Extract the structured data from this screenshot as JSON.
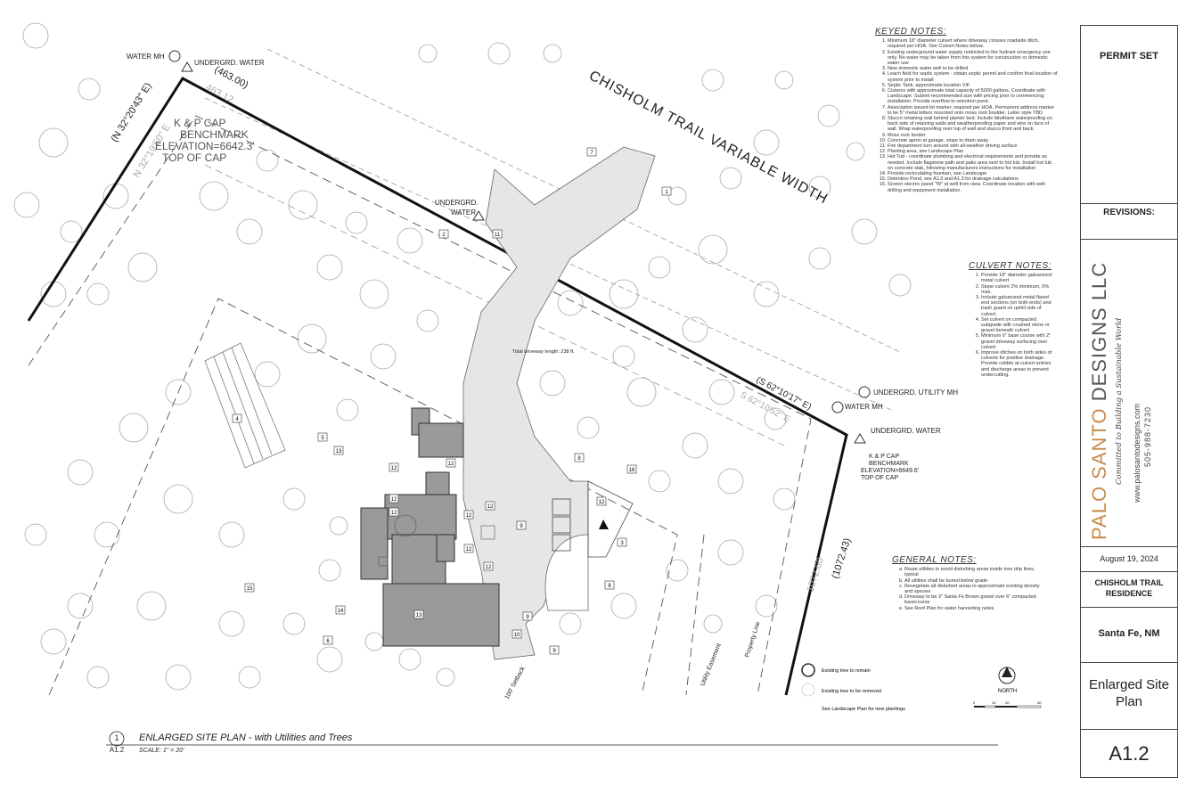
{
  "title_block": {
    "permit_label": "PERMIT SET",
    "revisions_label": "REVISIONS:",
    "firm_name_a": "PALO SANTO",
    "firm_name_b": " DESIGNS LLC",
    "firm_tagline": "Committed to Building a Sustainable World",
    "firm_website": "www.palosantodesigns.com",
    "firm_phone": "505-988-7230",
    "date": "August 19, 2024",
    "project_name": "CHISHOLM TRAIL RESIDENCE",
    "location": "Santa Fe, NM",
    "sheet_title": "Enlarged Site Plan",
    "sheet_number": "A1.2"
  },
  "colors": {
    "brand": "#c98a4a",
    "line": "#222222",
    "building": "#9a9a9a",
    "gravel": "#e6e6e6"
  },
  "keyed_notes": {
    "title": "KEYED NOTES:",
    "items": [
      "Minimum 18\" diameter culvert where driveway crosses roadside ditch, required per HOA. See Culvert Notes below.",
      "Existing underground water supply restricted to fire hydrant emergency use only. No water may be taken from this system for construction or domestic water use",
      "New domestic water well to be drilled",
      "Leach field for septic system - obtain septic permit and confirm final location of system prior to install",
      "Septic Tank, approximate location VIF",
      "Cisterns with approximate total capacity of 5000 gallons. Coordinate with Landscape. Submit recommended size with pricing prior to commencing installation. Provide overflow to retention pond.",
      "Association issued lot marker, required per HOA. Permanent address marker to be 5\" metal letters mounted onto moss rock boulder. Letter style TBD",
      "Stucco retaining wall behind planter bed. Include bituthane waterproofing on back side of retaining walls and weatherproofing paper and wire on face of wall. Wrap waterproofing over top of wall and stucco front and back.",
      "Moss rock border",
      "Concrete apron at garage, slope to drain away",
      "Fire department turn around with all-weather driving surface",
      "Planting area, see Landscape Plan",
      "Hot Tub - coordinate plumbing and electrical requirements and provide as needed. Include flagstone path and patio area next to hot tub. Install hot tub on concrete slab, following manufacturers instructions for installation",
      "Provide recirculating fountain, see Landscape",
      "Detention Pond, see A1.0 and A1.3 for drainage calculations",
      "Screen electric panel \"W\" at well from view. Coordinate location with well drilling and equipment installation."
    ]
  },
  "culvert_notes": {
    "title": "CULVERT NOTES:",
    "items": [
      "Provide 18\" diameter galvanized metal culvert",
      "Slope culvert 2% minimum, 5% max.",
      "Include galvanized metal flared end sections (on both ends) and trash guard on uphill side of culvert.",
      "Set culvert on compacted subgrade with crushed stone or gravel beneath culvert",
      "Minimum 6\" base course with 2\" gravel driveway surfacing over culvert",
      "Improve ditches on both sides of culverts for positive drainage. Provide cobble at culvert entries and discharge areas to prevent undercutting."
    ]
  },
  "general_notes": {
    "title": "GENERAL NOTES:",
    "items": [
      "Route utilities to avoid disturbing areas inside tree drip lines, typical",
      "All utilities shall be buried below grade",
      "Revegetate all disturbed areas to approximate existing density and species",
      "Driveway to be 3\" Santa Fe Brown gravel over 6\" compacted basecourse",
      "See Roof Plan for water harvesting notes"
    ]
  },
  "plan_labels": {
    "road_name": "CHISHOLM TRAIL VARIABLE WIDTH",
    "bearing_nw_1": "(N 32°20'43\" E)",
    "bearing_nw_2": "N 32°19'50\" E",
    "dist_nw_1": "(463.00)",
    "dist_nw_2": "463.12",
    "bearing_se_1": "(S 62°10'17\" E)",
    "bearing_se_2": "S 62°10'52\" E",
    "dist_se_1": "1072.60",
    "dist_se_2": "(1072.43)",
    "water_mh_1": "WATER MH",
    "undergrd_water_1": "UNDERGRD. WATER",
    "benchmark_1": [
      "K & P CAP",
      "BENCHMARK",
      "ELEVATION=6642.3'",
      "TOP OF CAP"
    ],
    "undergrd_water_2a": "UNDERGRD.",
    "undergrd_water_2b": "WATER",
    "undergrd_utility_mh": "UNDERGRD. UTILITY MH",
    "water_mh_2": "WATER MH",
    "undergrd_water_3": "UNDERGRD. WATER",
    "benchmark_2": [
      "K & P CAP",
      "BENCHMARK",
      "ELEVATION=6649.6'",
      "TOP OF CAP"
    ],
    "driveway_length": "Total driveway length: 238 ft.",
    "setback": "100' Setback",
    "utility_easement": "Utility Easement",
    "property_line": "Property Line",
    "keynote_tags": [
      "7",
      "1",
      "2",
      "11",
      "4",
      "5",
      "13",
      "12",
      "12",
      "12",
      "12",
      "12",
      "12",
      "14",
      "13",
      "12",
      "12",
      "15",
      "9",
      "9",
      "10",
      "6",
      "8",
      "8",
      "16",
      "12",
      "3",
      "9"
    ]
  },
  "legend": {
    "remain": "Existing tree to remain",
    "removed": "Existing tree to be removed",
    "note": "See Landscape Plan for new plantings",
    "north": "NORTH",
    "scale_ticks": [
      "0",
      "10",
      "20",
      "40"
    ]
  },
  "caption": {
    "number": "1",
    "sheet_ref": "A1.2",
    "title": "ENLARGED SITE PLAN - with Utilities and Trees",
    "scale": "SCALE: 1\" = 20'"
  }
}
